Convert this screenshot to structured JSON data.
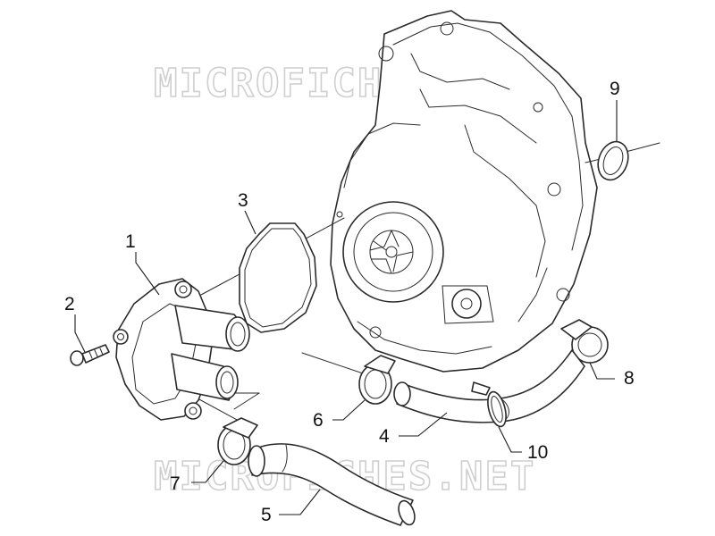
{
  "watermark": "MICROFICHES.NET",
  "colors": {
    "line": "#2a2a2a",
    "watermark": "#cfcfcf",
    "background": "#ffffff"
  },
  "callouts": [
    {
      "id": "1",
      "label": "1"
    },
    {
      "id": "2",
      "label": "2"
    },
    {
      "id": "3",
      "label": "3"
    },
    {
      "id": "4",
      "label": "4"
    },
    {
      "id": "5",
      "label": "5"
    },
    {
      "id": "6",
      "label": "6"
    },
    {
      "id": "7",
      "label": "7"
    },
    {
      "id": "8",
      "label": "8"
    },
    {
      "id": "9",
      "label": "9"
    },
    {
      "id": "10",
      "label": "10"
    }
  ]
}
